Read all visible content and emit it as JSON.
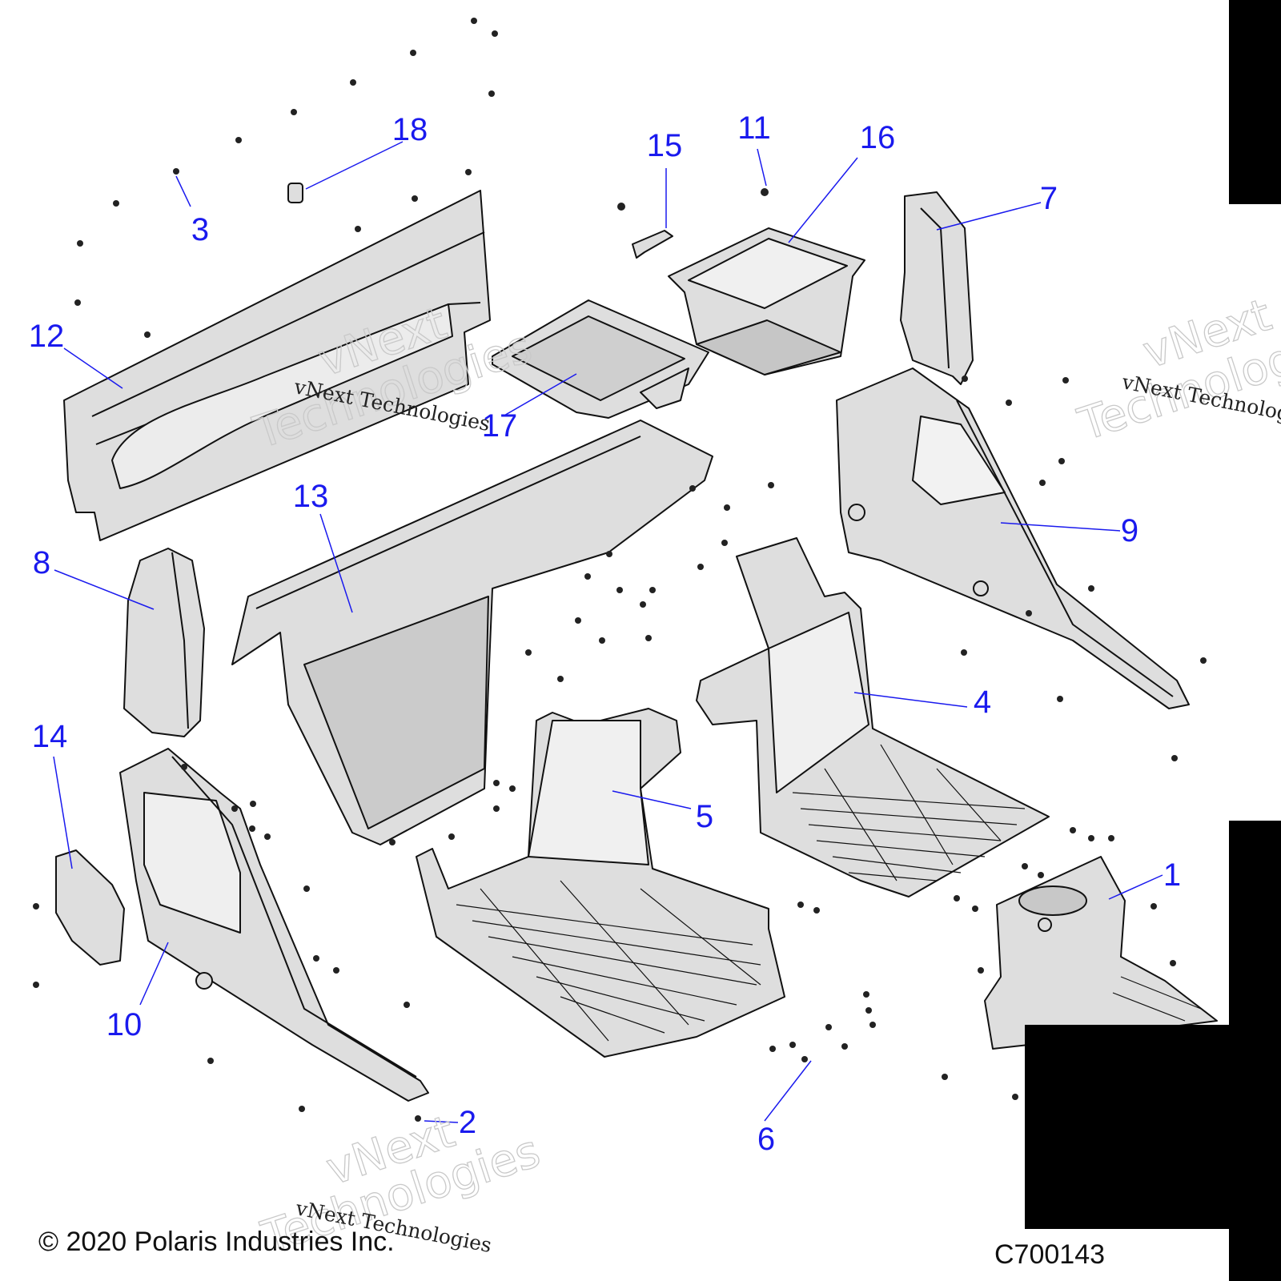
{
  "diagram": {
    "callouts": [
      {
        "label": "1"
      },
      {
        "label": "2"
      },
      {
        "label": "3"
      },
      {
        "label": "4"
      },
      {
        "label": "5"
      },
      {
        "label": "6"
      },
      {
        "label": "7"
      },
      {
        "label": "8"
      },
      {
        "label": "9"
      },
      {
        "label": "10"
      },
      {
        "label": "11"
      },
      {
        "label": "12"
      },
      {
        "label": "13"
      },
      {
        "label": "14"
      },
      {
        "label": "15"
      },
      {
        "label": "16"
      },
      {
        "label": "17"
      },
      {
        "label": "18"
      }
    ],
    "copyright": "© 2020 Polaris Industries Inc.",
    "diagram_id": "C700143",
    "watermark_logo_text": "vNext Technologies",
    "colors": {
      "callout": "#1a1aee",
      "part_fill": "#dedede",
      "part_stroke": "#111111",
      "watermark_outline": "#c9c9c9"
    }
  }
}
